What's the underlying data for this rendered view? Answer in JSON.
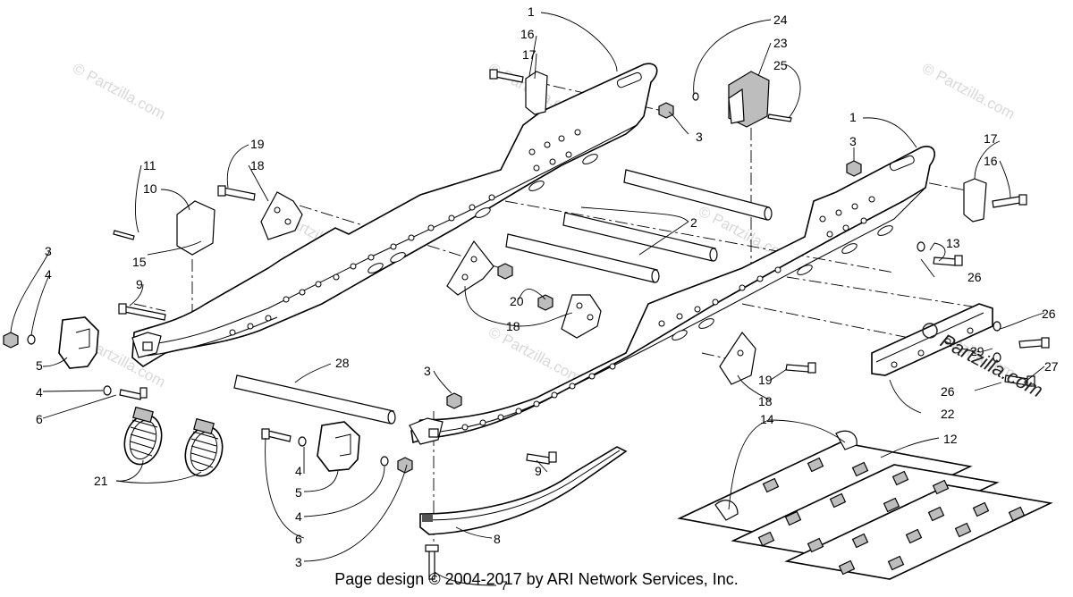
{
  "watermarks": [
    "© Partzilla.com",
    "© Partzilla.com",
    "© Partzilla.com",
    "© Partzilla.com",
    "© Partzilla.com",
    "© Partzilla.com",
    "© Partzilla.com",
    "© Partzilla.com"
  ],
  "brand_stamp": "Partzilla.com",
  "footer": "Page design © 2004-2017 by ARI Network Services, Inc.",
  "callouts": [
    {
      "id": "c1a",
      "text": "1"
    },
    {
      "id": "c16a",
      "text": "16"
    },
    {
      "id": "c17a",
      "text": "17"
    },
    {
      "id": "c24",
      "text": "24"
    },
    {
      "id": "c23",
      "text": "23"
    },
    {
      "id": "c25",
      "text": "25"
    },
    {
      "id": "c3a",
      "text": "3"
    },
    {
      "id": "c1b",
      "text": "1"
    },
    {
      "id": "c3b",
      "text": "3"
    },
    {
      "id": "c17b",
      "text": "17"
    },
    {
      "id": "c16b",
      "text": "16"
    },
    {
      "id": "c19a",
      "text": "19"
    },
    {
      "id": "c18a",
      "text": "18"
    },
    {
      "id": "c11",
      "text": "11"
    },
    {
      "id": "c10",
      "text": "10"
    },
    {
      "id": "c2",
      "text": "2"
    },
    {
      "id": "c13",
      "text": "13"
    },
    {
      "id": "c15",
      "text": "15"
    },
    {
      "id": "c3c",
      "text": "3"
    },
    {
      "id": "c4a",
      "text": "4"
    },
    {
      "id": "c9a",
      "text": "9"
    },
    {
      "id": "c26a",
      "text": "26"
    },
    {
      "id": "c20",
      "text": "20"
    },
    {
      "id": "c18b",
      "text": "18"
    },
    {
      "id": "c26b",
      "text": "26"
    },
    {
      "id": "c29",
      "text": "29"
    },
    {
      "id": "c5a",
      "text": "5"
    },
    {
      "id": "c28",
      "text": "28"
    },
    {
      "id": "c19b",
      "text": "19"
    },
    {
      "id": "c27",
      "text": "27"
    },
    {
      "id": "c4b",
      "text": "4"
    },
    {
      "id": "c3d",
      "text": "3"
    },
    {
      "id": "c18c",
      "text": "18"
    },
    {
      "id": "c26c",
      "text": "26"
    },
    {
      "id": "c6a",
      "text": "6"
    },
    {
      "id": "c22",
      "text": "22"
    },
    {
      "id": "c14",
      "text": "14"
    },
    {
      "id": "c12",
      "text": "12"
    },
    {
      "id": "c9b",
      "text": "9"
    },
    {
      "id": "c21",
      "text": "21"
    },
    {
      "id": "c4c",
      "text": "4"
    },
    {
      "id": "c5b",
      "text": "5"
    },
    {
      "id": "c4d",
      "text": "4"
    },
    {
      "id": "c6b",
      "text": "6"
    },
    {
      "id": "c8",
      "text": "8"
    },
    {
      "id": "c3e",
      "text": "3"
    },
    {
      "id": "c7",
      "text": "7"
    }
  ]
}
